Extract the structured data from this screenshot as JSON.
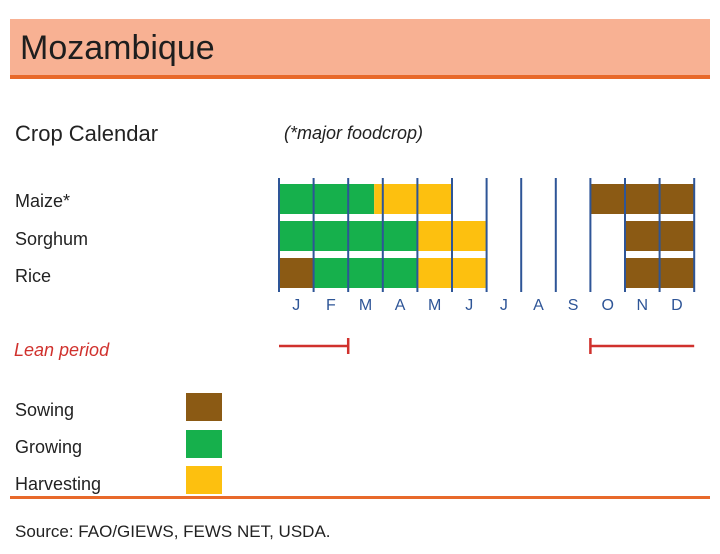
{
  "country": "Mozambique",
  "section_title": "Crop Calendar",
  "subtitle": "(*major foodcrop)",
  "colors": {
    "sowing": "#8b5a14",
    "growing": "#16b04c",
    "harvesting": "#fdc00f",
    "month_grid": "#2e5597",
    "lean": "#d0312d",
    "banner": "#f8b193",
    "banner_border": "#e8692a"
  },
  "chart_data": {
    "type": "table",
    "months": [
      "J",
      "F",
      "M",
      "A",
      "M",
      "J",
      "J",
      "A",
      "S",
      "O",
      "N",
      "D"
    ],
    "crops": [
      {
        "name": "Maize*",
        "phases": [
          {
            "phase": "Growing",
            "start": 0,
            "end": 2.75
          },
          {
            "phase": "Harvesting",
            "start": 2.75,
            "end": 5
          },
          {
            "phase": "Sowing",
            "start": 9,
            "end": 12
          }
        ]
      },
      {
        "name": "Sorghum",
        "phases": [
          {
            "phase": "Growing",
            "start": 0,
            "end": 4
          },
          {
            "phase": "Harvesting",
            "start": 4,
            "end": 6
          },
          {
            "phase": "Sowing",
            "start": 10,
            "end": 12
          }
        ]
      },
      {
        "name": "Rice",
        "phases": [
          {
            "phase": "Sowing",
            "start": 0,
            "end": 1
          },
          {
            "phase": "Growing",
            "start": 1,
            "end": 4
          },
          {
            "phase": "Harvesting",
            "start": 4,
            "end": 6
          },
          {
            "phase": "Sowing",
            "start": 10,
            "end": 12
          }
        ]
      }
    ],
    "lean_period": {
      "label": "Lean period",
      "ranges": [
        {
          "start": 0,
          "end": 2
        },
        {
          "start": 9,
          "end": 12
        }
      ]
    },
    "legend": [
      {
        "label": "Sowing",
        "phase": "Sowing"
      },
      {
        "label": "Growing",
        "phase": "Growing"
      },
      {
        "label": "Harvesting",
        "phase": "Harvesting"
      }
    ]
  },
  "source": "Source: FAO/GIEWS, FEWS NET, USDA."
}
